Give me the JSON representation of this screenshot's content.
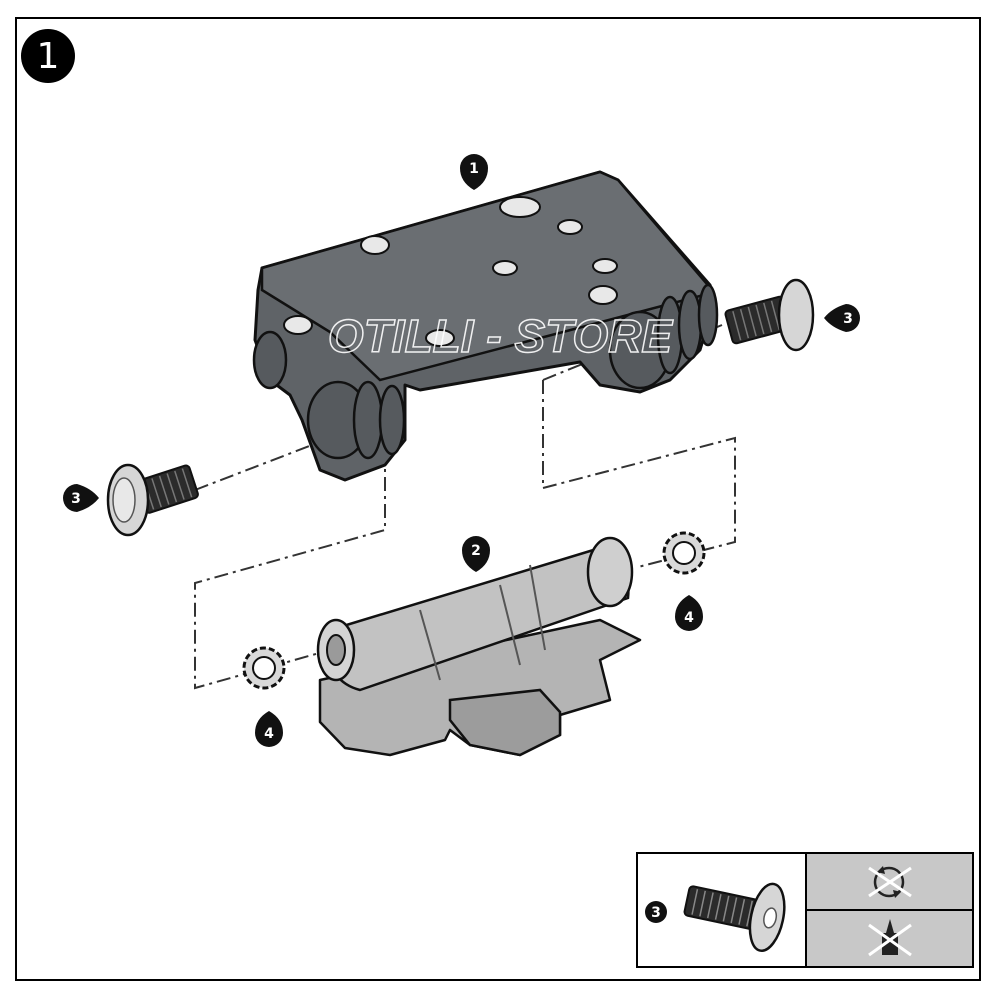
{
  "step": "1",
  "watermark": "OTILLI - STORE",
  "callouts": {
    "bracket": "1",
    "hinge": "2",
    "screw_right": "3",
    "screw_left": "3",
    "washer_right": "4",
    "washer_left": "4",
    "legend_screw": "3"
  },
  "colors": {
    "bracket": "#5f6367",
    "hinge": "#bdbdbd",
    "legend_bg": "#c8c8c8"
  },
  "legend": {
    "icons": [
      "no-rotate-icon",
      "no-threadlocker-icon"
    ]
  }
}
